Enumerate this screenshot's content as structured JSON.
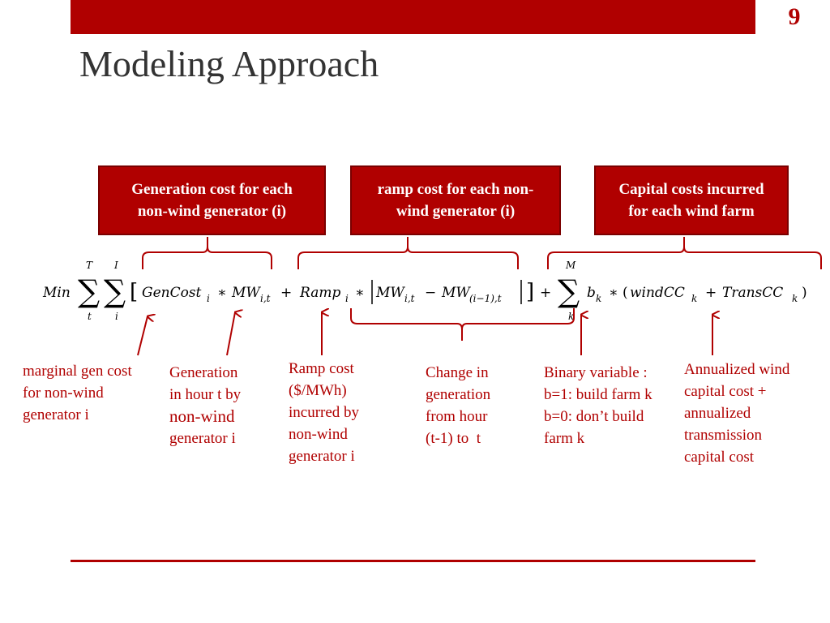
{
  "slide_number": "9",
  "title": "Modeling Approach",
  "boxes": {
    "gen_cost": {
      "line1": "Generation cost for each",
      "line2": "non-wind generator (i)"
    },
    "ramp_cost": {
      "line1": "ramp cost for each non-",
      "line2": "wind generator (i)"
    },
    "capital_cost": {
      "line1": "Capital costs incurred",
      "line2": "for each wind farm"
    }
  },
  "equation": {
    "min": "Min",
    "T": "T",
    "t": "t",
    "I": "I",
    "i": "i",
    "M": "M",
    "k": "k",
    "gencost": "GenCost",
    "mw": "MW",
    "ramp": "Ramp",
    "sub_it": "i,t",
    "sub_prev": "(i−1),t",
    "b": "b",
    "windcc": "windCC",
    "transcc": "TransCC",
    "star": "∗",
    "plus": "+",
    "minus": "−",
    "lbrack": "[",
    "rbrack": "]",
    "lparen": "(",
    "rparen": ")",
    "sigma": "∑"
  },
  "annotations": {
    "marginal": [
      "marginal gen cost",
      "for non-wind",
      "generator i"
    ],
    "generation": [
      "Generation",
      "in hour t by",
      "non-wind",
      "generator i"
    ],
    "ramp": [
      "Ramp cost",
      "($/MWh)",
      "incurred by",
      "non-wind",
      "generator i"
    ],
    "change": [
      "Change in",
      "generation",
      "from hour",
      "(t-1) to  t"
    ],
    "binary": [
      "Binary variable :",
      "b=1: build farm k",
      "b=0: don’t build",
      "farm k"
    ],
    "annualized": [
      "Annualized wind",
      "capital cost +",
      "annualized",
      "transmission",
      "capital cost"
    ]
  },
  "colors": {
    "accent": "#b00000",
    "title": "#333333"
  }
}
